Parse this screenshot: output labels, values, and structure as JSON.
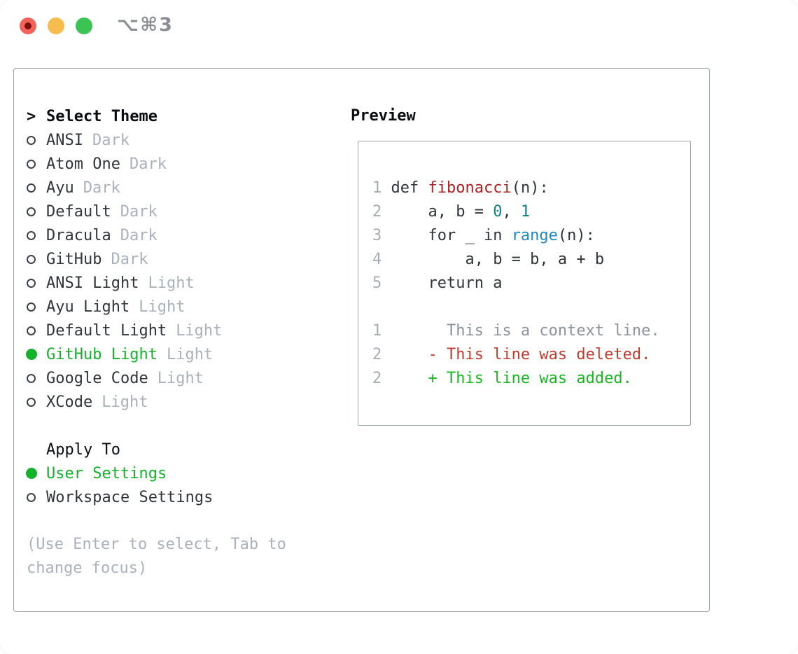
{
  "titlebar": {
    "shortcut": "⌥⌘3"
  },
  "left": {
    "prompt": ">",
    "title": "Select Theme",
    "themes": [
      {
        "name": "ANSI",
        "variant": "Dark",
        "selected": false
      },
      {
        "name": "Atom One",
        "variant": "Dark",
        "selected": false
      },
      {
        "name": "Ayu",
        "variant": "Dark",
        "selected": false
      },
      {
        "name": "Default",
        "variant": "Dark",
        "selected": false
      },
      {
        "name": "Dracula",
        "variant": "Dark",
        "selected": false
      },
      {
        "name": "GitHub",
        "variant": "Dark",
        "selected": false
      },
      {
        "name": "ANSI Light",
        "variant": "Light",
        "selected": false
      },
      {
        "name": "Ayu Light",
        "variant": "Light",
        "selected": false
      },
      {
        "name": "Default Light",
        "variant": "Light",
        "selected": false
      },
      {
        "name": "GitHub Light",
        "variant": "Light",
        "selected": true
      },
      {
        "name": "Google Code",
        "variant": "Light",
        "selected": false
      },
      {
        "name": "XCode",
        "variant": "Light",
        "selected": false
      }
    ],
    "apply_to": {
      "title": "Apply To",
      "options": [
        {
          "name": "User Settings",
          "selected": true
        },
        {
          "name": "Workspace Settings",
          "selected": false
        }
      ]
    },
    "hint": "(Use Enter to select, Tab to change focus)"
  },
  "preview": {
    "title": "Preview",
    "lines": [
      {
        "num": "1",
        "kind": "code",
        "tokens": [
          {
            "t": "def ",
            "c": "text"
          },
          {
            "t": "fibonacci",
            "c": "red"
          },
          {
            "t": "(n):",
            "c": "text"
          }
        ]
      },
      {
        "num": "2",
        "kind": "code",
        "tokens": [
          {
            "t": "    a, b = ",
            "c": "text"
          },
          {
            "t": "0",
            "c": "teal"
          },
          {
            "t": ", ",
            "c": "text"
          },
          {
            "t": "1",
            "c": "teal"
          }
        ]
      },
      {
        "num": "3",
        "kind": "code",
        "tokens": [
          {
            "t": "    for _ in ",
            "c": "text"
          },
          {
            "t": "range",
            "c": "blue"
          },
          {
            "t": "(n):",
            "c": "text"
          }
        ]
      },
      {
        "num": "4",
        "kind": "code",
        "tokens": [
          {
            "t": "        a, b = b, a + b",
            "c": "text"
          }
        ]
      },
      {
        "num": "5",
        "kind": "code",
        "tokens": [
          {
            "t": "    return a",
            "c": "text"
          }
        ]
      },
      {
        "num": "",
        "kind": "blank",
        "tokens": []
      },
      {
        "num": "1",
        "kind": "diff-context",
        "tokens": [
          {
            "t": "      This is a context line.",
            "c": "context"
          }
        ]
      },
      {
        "num": "2",
        "kind": "diff-deleted",
        "tokens": [
          {
            "t": "    - This line was deleted.",
            "c": "del"
          }
        ]
      },
      {
        "num": "2",
        "kind": "diff-added",
        "tokens": [
          {
            "t": "    + This line was added.",
            "c": "add"
          }
        ]
      }
    ]
  },
  "colors": {
    "text_dark": "#2f353b",
    "header_black": "#0b0e11",
    "muted": "#a9b2bc",
    "green": "#13b22a",
    "radio_ring": "#3c4248",
    "code_red": "#b0201f",
    "code_teal": "#0e7e87",
    "code_blue": "#1e88c7",
    "diff_red": "#c43a2d",
    "diff_green": "#16ba1f",
    "diff_context": "#8b939c",
    "line_number": "#a4adb6",
    "border": "#9aa2ac",
    "traffic_red": "#f2635a",
    "traffic_red_dot": "#7c100d",
    "traffic_yellow": "#f6bd4e",
    "traffic_green": "#3bc353",
    "shortcut_gray": "#8b8e92"
  }
}
